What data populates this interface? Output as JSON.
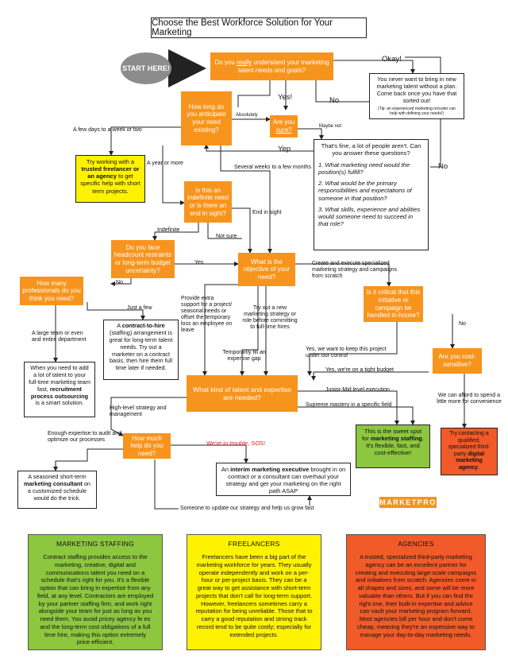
{
  "title": "Choose the Best Workforce Solution for Your Marketing",
  "start": "START HERE!",
  "nodes": {
    "q_understand_pre": "Do you ",
    "q_understand_em": "really",
    "q_understand_post": " understand your marketing talent needs and goals?",
    "okay_label": "Okay!",
    "yes_label1": "Yes!",
    "no_label1": "No",
    "never_want": "You never want to bring in new marketing talent without a plan. Come back once you have that sorted out!",
    "never_tip": "(Tip: an experienced marketing recruiter can help with defining your needs!)",
    "q_how_long": "How long do you anticipate your need existing?",
    "absolutely": "Absolutely",
    "q_sure_pre": "Are you ",
    "q_sure_em": "sure?",
    "maybe_not": "Maybe not",
    "yep": "Yep",
    "few_days": "A few days to a week or two",
    "trusted_pre": "Try working with a ",
    "trusted_bold": "trusted freelancer or an agency",
    "trusted_post": " to get specific help with short term projects.",
    "thats_fine": "That's fine, a lot of people aren't. Can you answer these questions?",
    "q1": "1. What marketing need would the position(s) fulfill?",
    "q2": "2. What would be the primary responsibilities and expectations of someone in that position?",
    "q3": "3. What skills, experience and abilities would someone need to succeed in that role?",
    "no_label2": "No",
    "year_more": "A year or more",
    "several_weeks": "Several weeks to a few months",
    "q_indefinite": "Is this an indefinite need or is there an end in sight?",
    "end_in_sight": "End in sight",
    "indefinite": "Indefinite",
    "not_sure": "Not sure",
    "q_headcount": "Do you face headcount restraints or long-term budget uncertainty?",
    "yes_label2": "Yes",
    "no_label3": "No",
    "q_objective": "What is the objective of your need?",
    "create_exec": "Create and execute specialized marketing strategy and campaigns from scratch",
    "q_how_many": "How many professionals do you think you need?",
    "just_few": "Just a few",
    "c2h_pre": "A ",
    "c2h_bold": "contract-to-hire",
    "c2h_post": " (staffing) arrangement is great for long-term talent needs. Try out a marketer on a contract basis, then hire them full time later if needed.",
    "large_team": "A large team or even and entire department",
    "rpo_pre": "When you need to add a lot of talent to your full-time marketing team fast, ",
    "rpo_bold": "recruitment process outsourcing",
    "rpo_post": " is a smart solution.",
    "provide_extra": "Provide extra support for a project/ seasonal needs or offset the temporary loss an employee on leave",
    "try_out": "Try out a new marketing strategy or role before committing to full-time hires",
    "temp_fill": "Temporarily fill an expertise gap",
    "q_critical": "Is it critical that this initiative or campaign be handled in-house?",
    "no_label4": "No",
    "yes_keep": "Yes, we want to keep this project under our control",
    "q_cost": "Are you cost-sensitive?",
    "yes_tight": "Yes, we're on a tight budget",
    "afford": "We can afford to spend a little more for convenience",
    "q_talent": "What kind of talent and expertise are needed?",
    "junior_mid": "Junior-Mid level execution",
    "supreme": "Supreme mastery in a specific field",
    "sweet_pre": "This is the sweet spot for ",
    "sweet_bold": "marketing staffing",
    "sweet_post": ". It's flexible, fast, and cost-effective!",
    "agency_pre": "Try contacting a qualified, specialized third-party ",
    "agency_bold": "digital marketing agency",
    "agency_post": ".",
    "high_level": "High-level strategy and management",
    "q_how_much": "How much help do you need?",
    "enough": "Enough expertise to audit and optimize our processes",
    "trouble": "We're in trouble, SOS!",
    "consultant_pre": "A seasoned short-term ",
    "consultant_bold": "marketing consultant",
    "consultant_post": " on a customized schedule would do the trick.",
    "interim_pre": "An ",
    "interim_bold": "interim marketing executive",
    "interim_post": " brought in on contract or a consultant can overhaul your strategy and get your marketing on the right path ASAP",
    "someone": "Someone to update our strategy and help us grow fast"
  },
  "logo": "MARKETPRO",
  "bottom": {
    "staffing_title": "MARKETING STAFFING",
    "staffing_body": "Contract staffing provides access to the marketing, creative, digital and communications talent you need on a schedule that's right for you. It's a flexible option that can bring in expertise from any field, at any level. Contractors are employed by your partner staffing firm, and work right alongside your team for just as long as you need them. You avoid pricey agency fe es and the long-term cost obligations of a full time hire, making this option extremely price-efficient.",
    "freelancers_title": "FREELANCERS",
    "freelancers_body": "Freelancers have been a big part of the marketing workforce for years. They usually operate independently and work on a per-hour or per-project basis. They can be a great way to get assistance with short-term projects that don't call for long-term support. However, freelancers sometimes carry a reputation for being unreliable. Those that to carry a good reputation and strong track record tend to be quite costly; especially for extended projects.",
    "agencies_title": "AGENCIES",
    "agencies_body": "A trusted, specialized third-party marketing agency can be an excellent partner for creating and executing large-scale campaigns and initiatives from scratch. Agencies come in all shapes and sizes, and some will be more valuable than others. But if you can find the right one, their built-in expertise and advice can vault your marketing program forward. Most agencies bill per hour and don't come cheap, meaning they're an expensive way to manage your day-to-day marketing needs."
  },
  "colors": {
    "orange": "#f7941d",
    "yellow": "#fff200",
    "green": "#8dc63f",
    "red": "#f15a29",
    "gray": "#8c8c8c"
  }
}
